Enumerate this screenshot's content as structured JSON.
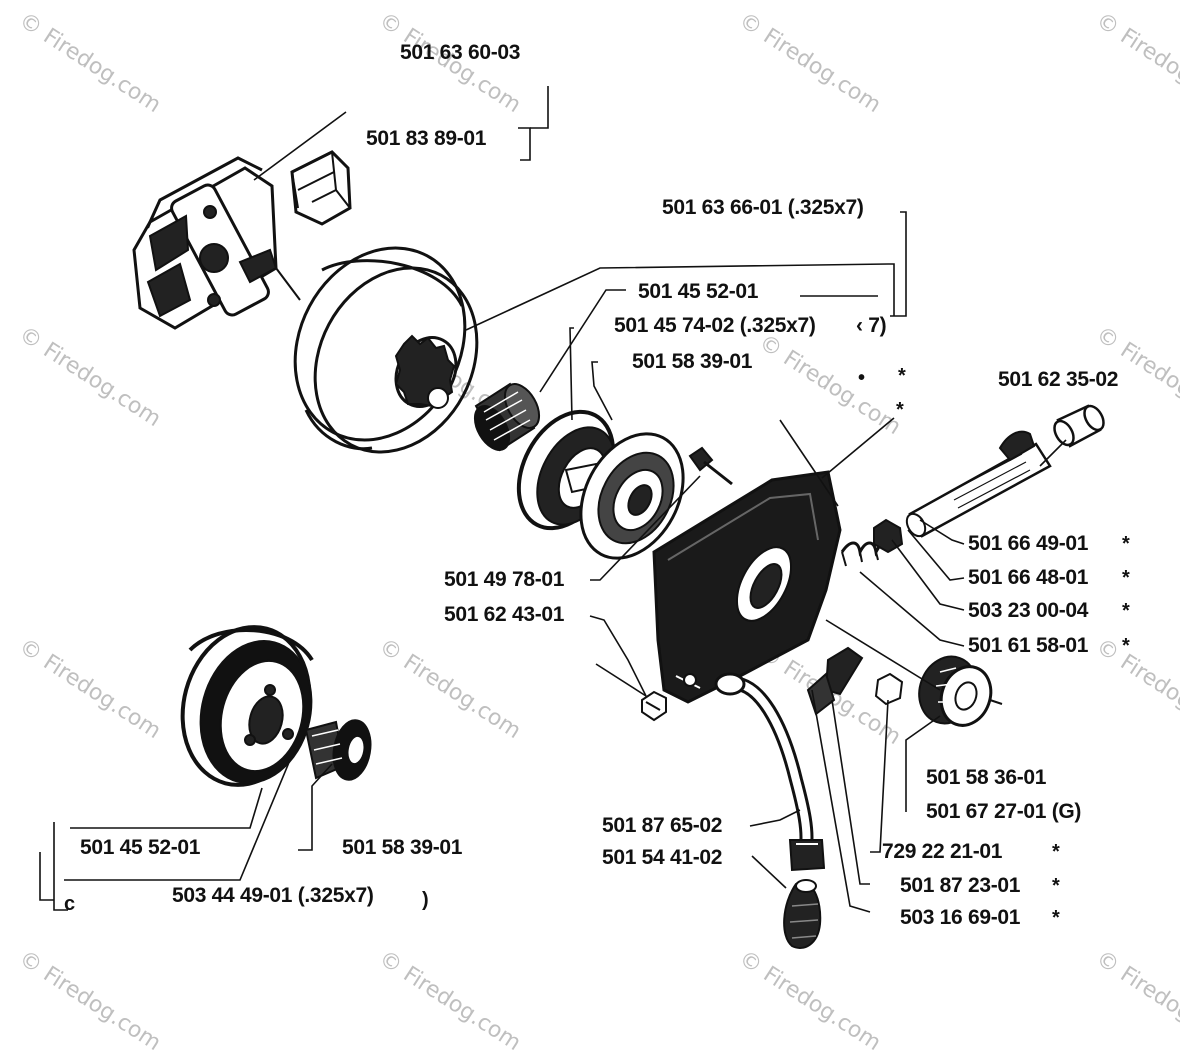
{
  "watermark": {
    "text": "© Firedog.com",
    "color": "#bfbfbf"
  },
  "labels": {
    "clutch_assembly": "501 63 60-03",
    "clutch_shoes": "501 83 89-01",
    "drum_assembly": "501 63 66-01 (.325x7)",
    "needle_bearing_top": "501 45 52-01",
    "clutch_drum_top": "501 45 74-02 (.325x7)",
    "washer_top": "501 58 39-01",
    "paren_fragment": "‹ 7)",
    "screw": "501 49 78-01",
    "nut": "501 62 43-01",
    "pump_cap": "501 62 35-02",
    "pump_piston": "501 66 49-01",
    "pump_sleeve": "501 66 48-01",
    "spring": "503 23 00-04",
    "pump_housing": "501 61 58-01",
    "worm_gear": "501 58 36-01",
    "worm_gear_g": "501 67 27-01 (G)",
    "oil_hose": "501 87 65-02",
    "oil_filter": "501 54 41-02",
    "part_729": "729 22 21-01",
    "part_501_87": "501 87 23-01",
    "part_503_16": "503 16 69-01",
    "needle_bearing_bottom": "501 45 52-01",
    "washer_bottom": "501 58 39-01",
    "drum_bottom": "503 44 49-01 (.325x7)"
  },
  "marks": {
    "asterisk": "*",
    "bullet": "•",
    "letter_c": "c",
    "paren": ")"
  }
}
